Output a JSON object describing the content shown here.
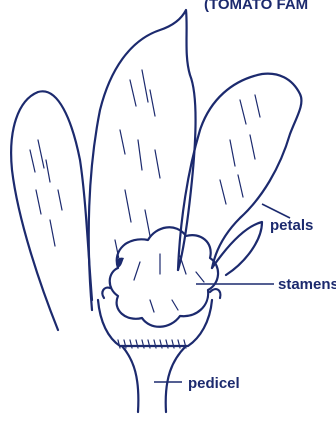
{
  "header_fragment": "(TOMATO FAM",
  "labels": {
    "petals": "petals",
    "stamens": "stamens",
    "pedicel": "pedicel"
  },
  "colors": {
    "ink": "#1c2a6e",
    "background": "#ffffff"
  }
}
